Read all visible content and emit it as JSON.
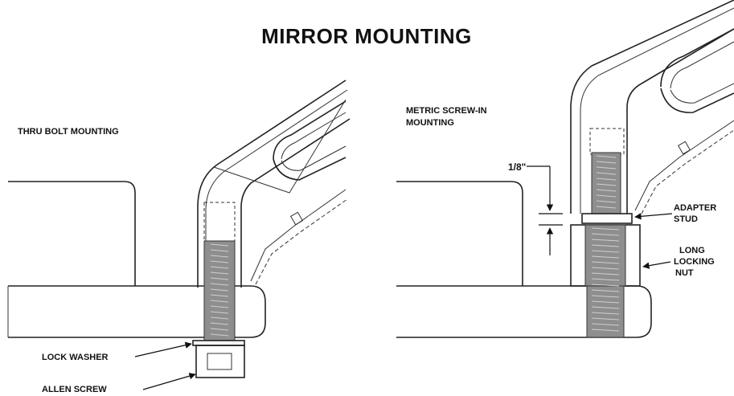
{
  "title": "MIRROR MOUNTING",
  "left_panel": {
    "heading": "THRU BOLT MOUNTING",
    "labels": {
      "lock_washer": "LOCK WASHER",
      "allen_screw": "ALLEN SCREW"
    }
  },
  "right_panel": {
    "heading_line1": "METRIC SCREW-IN",
    "heading_line2": "MOUNTING",
    "dimension": "1/8\"",
    "labels": {
      "adapter_line1": "ADAPTER",
      "adapter_line2": "STUD",
      "nut_line1": "LONG",
      "nut_line2": "LOCKING",
      "nut_line3": "NUT"
    }
  }
}
